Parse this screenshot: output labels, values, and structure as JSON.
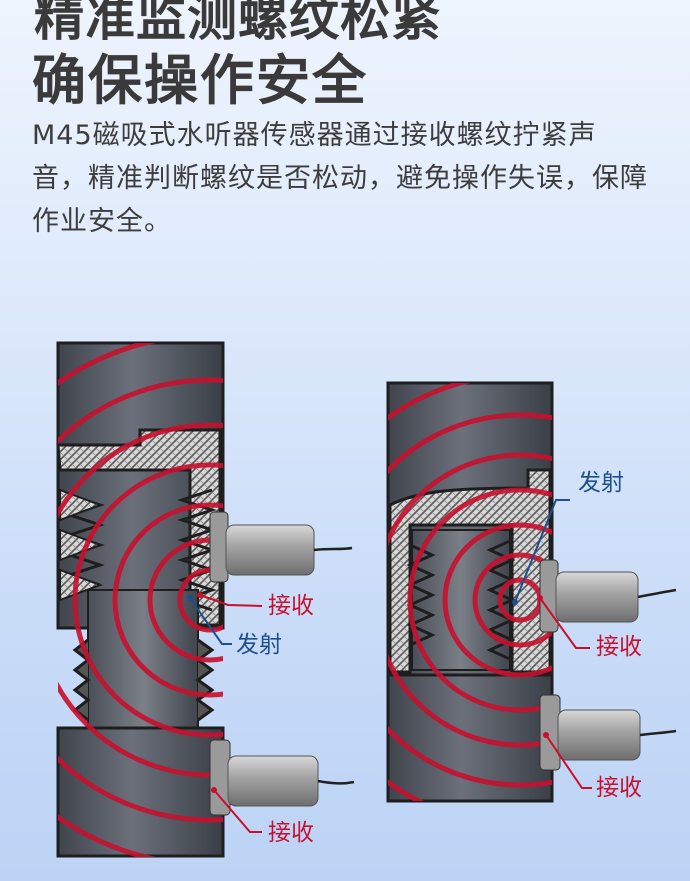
{
  "header": {
    "title_line1": "精准监测螺纹松紧",
    "title_line2": "确保操作安全",
    "description": "M45磁吸式水听器传感器通过接收螺纹拧紧声音，精准判断螺纹是否松动，避免操作失误，保障作业安全。"
  },
  "diagram": {
    "left": {
      "receive_top": "接收",
      "emit": "发射",
      "receive_bottom": "接收"
    },
    "right": {
      "emit": "发射",
      "receive_top": "接收",
      "receive_bottom": "接收"
    }
  },
  "colors": {
    "emit_label": "#1d4f8e",
    "receive_label": "#c8102e",
    "wave": "#c8102e"
  }
}
